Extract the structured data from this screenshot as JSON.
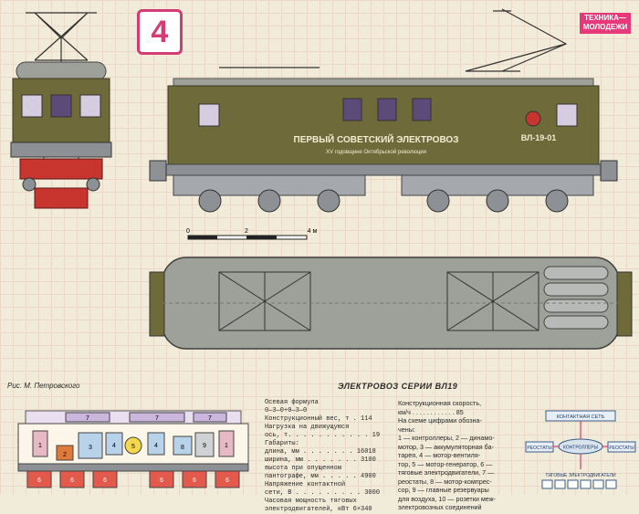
{
  "page": {
    "number": "4",
    "logo_line1": "ТЕХНИКА—",
    "logo_line2": "МОЛОДЕЖИ",
    "credit": "Рис. М. Петровского",
    "title": "ЭЛЕКТРОВОЗ СЕРИИ ВЛ19"
  },
  "locomotive": {
    "side_lines": [
      "ПЕРВЫЙ СОВЕТСКИЙ ЭЛЕКТРОВОЗ",
      "XV годовщине Октябрьской революции"
    ],
    "number_plate": "ВЛ-19-01",
    "front_plate": "ВЛ-19-01"
  },
  "scale": {
    "ticks": [
      "0",
      "2",
      "4 м"
    ]
  },
  "specs": {
    "left": [
      "Осевая формула",
      "0—3—0+0—3—0",
      "Конструкционный вес, т . 114",
      "Нагрузка на движущуюся",
      "ось, т. . . . . . . . . . . 19",
      "Габариты:",
      "длина, мм . . . . . . . 16018",
      "ширина, мм . . . . . . . 3100",
      "высота при опущенном",
      "пантографе, мм . . . . . 4900",
      "Напряжение контактной",
      "сети, В . . . . . . . . . 3000",
      "Часовая мощность тяговых",
      "электродвигателей, кВт 6×340"
    ],
    "right": [
      "Конструкционная скорость,",
      "км/ч . . . . . . . . . . . . 85",
      "На схеме цифрами обозна-",
      "чены:",
      "1 — контроллеры, 2 — динамо-",
      "мотор, 3 — аккумуляторная ба-",
      "тарея, 4 — мотор-вентиля-",
      "тор, 5 — мотор-генератор, 6 —",
      "тяговые электродвигатели, 7 —",
      "реостаты, 8 — мотор-компрес-",
      "сор, 9 — главные резервуары",
      "для воздуха, 10 — розетки меж-",
      "электровозных соединений"
    ]
  },
  "scheme": {
    "labels": [
      "7",
      "7",
      "7",
      "1",
      "2",
      "3",
      "4",
      "5",
      "4",
      "1",
      "8",
      "9",
      "6",
      "6",
      "6",
      "6",
      "6",
      "6"
    ]
  },
  "circuit": {
    "top": "КОНТАКТНАЯ СЕТЬ",
    "left": "РЕОСТАТЫ",
    "center": "КОНТРОЛЛЕРЫ",
    "right": "РЕОСТАТЫ",
    "bottom": "ТЯГОВЫЕ ЭЛЕКТРОДВИГАТЕЛИ"
  },
  "colors": {
    "body": "#6f6a3a",
    "roof": "#9ea199",
    "bogie": "#8d9094",
    "buffer": "#c8342e",
    "accent": "#d43c74"
  }
}
